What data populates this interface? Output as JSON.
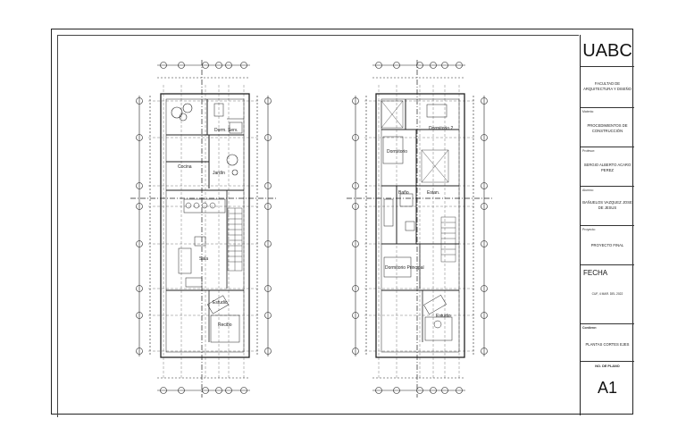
{
  "title_block": {
    "university": "UABC",
    "faculty": "FACULTAD DE ARQUITECTURA Y DISEÑO",
    "subject_label": "Materia:",
    "subject": "PROCEDIMIENTOS DE CONSTRUCCIÓN",
    "professor_label": "Profesor:",
    "professor": "SERGIO ALBERTO ACARO PEREZ",
    "student_label": "Alumno:",
    "student": "BAÑUELOS VAZQUEZ JOSE DE JESUS",
    "project_label": "Proyecto:",
    "project": "PROYECTO FINAL",
    "date_label": "FECHA",
    "date": "CUF, 4 MAR. DEL 2022",
    "content_label": "Contiene:",
    "content": "PLANTAS CORTES EJES",
    "sheet_label": "No. DE PLANO",
    "sheet_number": "A1"
  },
  "ground_floor": {
    "rooms": [
      "Dorm. Serv.",
      "Cocina",
      "Jardín",
      "Sala",
      "Estudio",
      "Recibo"
    ]
  },
  "upper_floor": {
    "rooms": [
      "Dormitorio 2",
      "Dormitorio",
      "Baño",
      "Estan.",
      "Dormitorio Principal",
      "Estudio"
    ]
  }
}
